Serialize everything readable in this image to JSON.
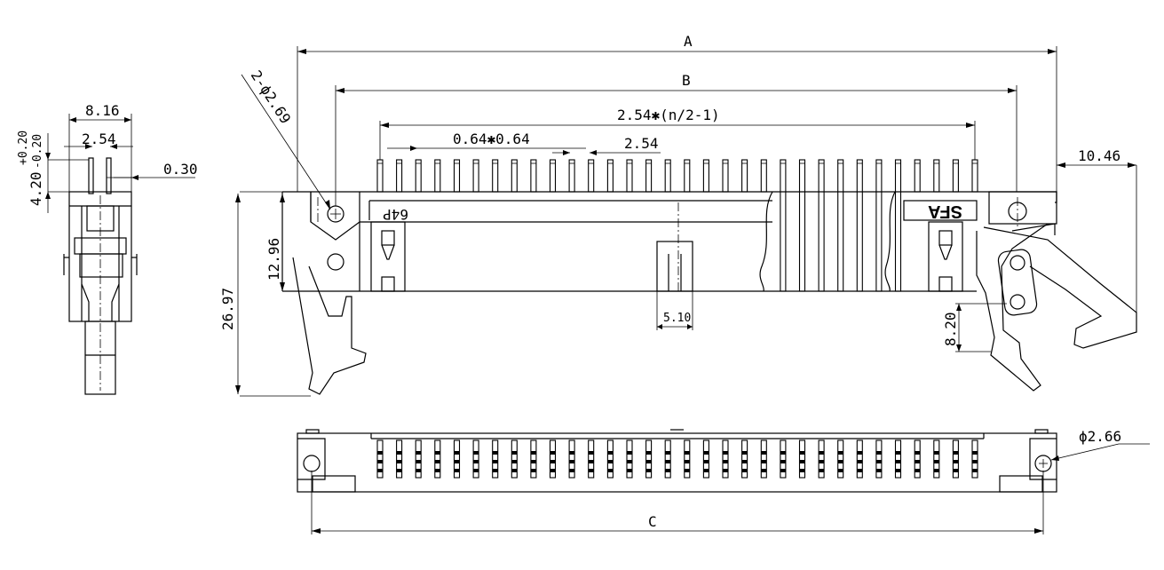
{
  "dimensions": {
    "A": "A",
    "B": "B",
    "C": "C",
    "pitch_formula": "2.54✱(n/2-1)",
    "pin_section": "0.64✱0.64",
    "pitch": "2.54",
    "side_width": "8.16",
    "side_pitch": "2.54",
    "pin_thickness": "0.30",
    "pin_height": "4.20",
    "tol_plus": "+0.20",
    "tol_minus": "-0.20",
    "hole_spec": "2-ϕ2.69",
    "body_height": "12.96",
    "total_height": "26.97",
    "key_width": "5.10",
    "latch_height": "8.20",
    "latch_offset": "10.46",
    "bottom_hole": "ϕ2.66"
  },
  "labels": {
    "brand": "SFA",
    "pin_count": "64P"
  },
  "pins": {
    "count": 32
  }
}
